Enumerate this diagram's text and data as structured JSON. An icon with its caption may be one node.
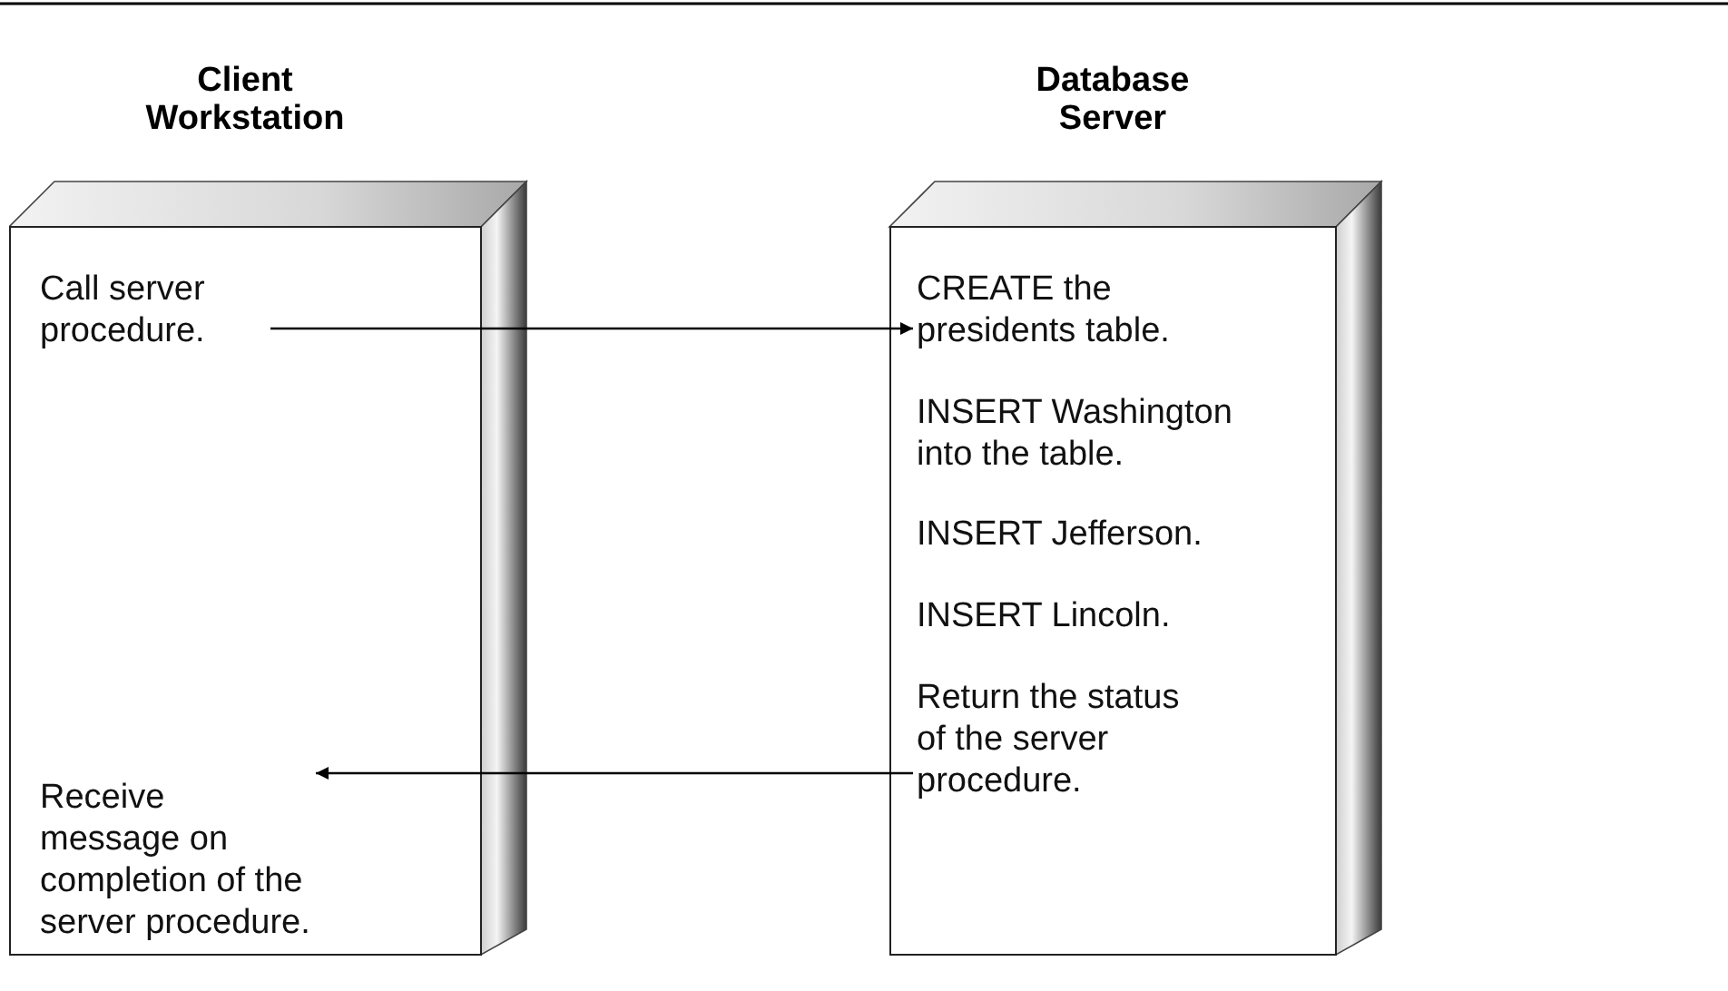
{
  "diagram": {
    "nodes": [
      {
        "text": [
          "Client Workstation"
        ]
      },
      {
        "text": [
          "Call server procedure."
        ],
        "in": 0
      },
      {
        "text": [
          "Receive message on completion of the server procedure."
        ],
        "in": 0
      },
      {
        "text": [
          "Database Server"
        ]
      },
      {
        "text": [
          "CREATE the presidents table."
        ],
        "in": 3
      },
      {
        "text": [
          "INSERT Washington into the table."
        ],
        "in": 3
      },
      {
        "text": [
          "INSERT Jefferson."
        ],
        "in": 3
      },
      {
        "text": [
          "INSERT Lincoln."
        ],
        "in": 3
      },
      {
        "text": [
          "Return the status of the server procedure."
        ],
        "in": 3
      }
    ],
    "edges": [
      {
        "from": 1,
        "to": 4,
        "arrow": "to"
      },
      {
        "from": 8,
        "to": 2,
        "arrow": "to"
      }
    ]
  }
}
